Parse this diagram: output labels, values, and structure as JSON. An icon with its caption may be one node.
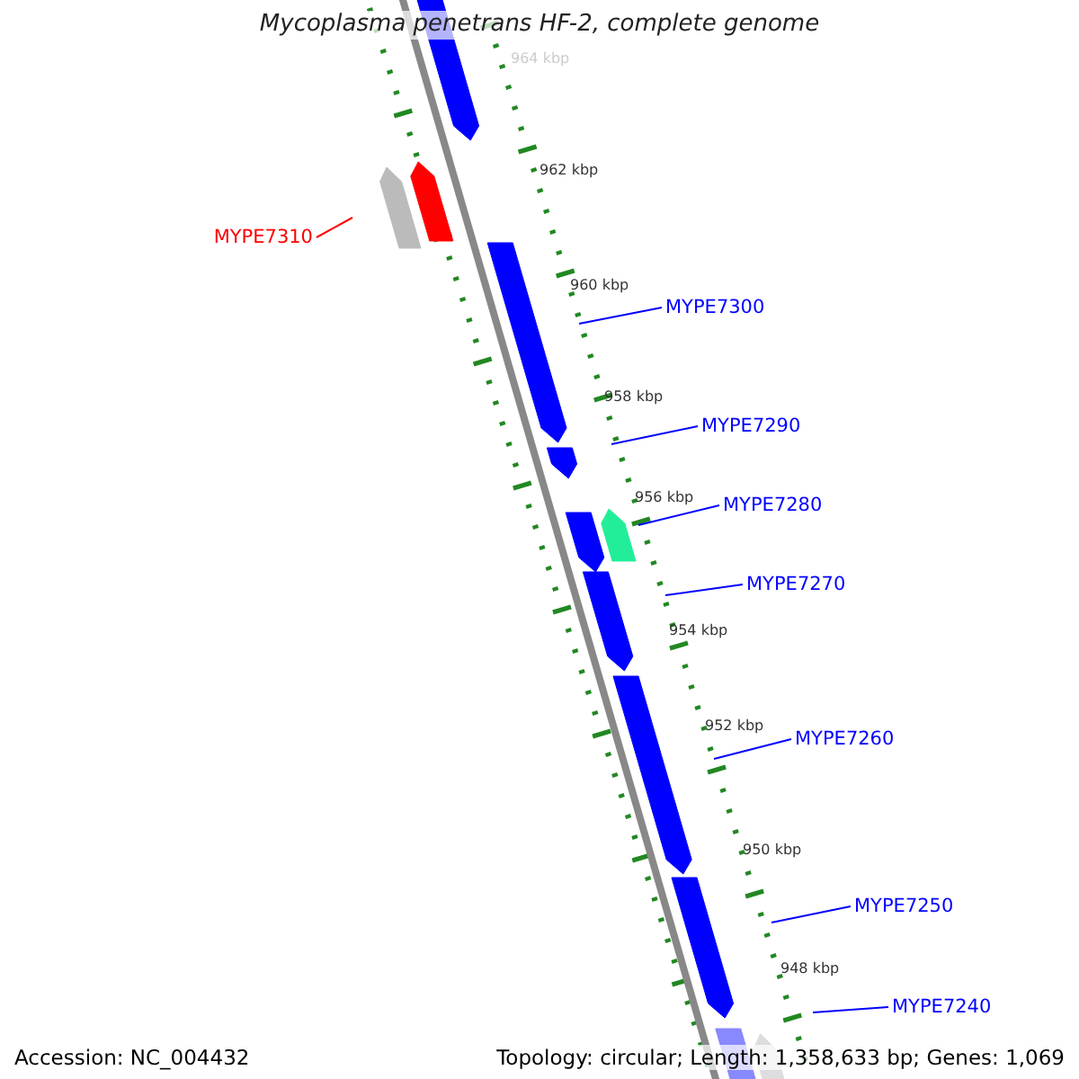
{
  "diagram": {
    "title": "Mycoplasma penetrans HF-2, complete genome",
    "nodes": [
      {
        "text": [
          "MYPE7310"
        ]
      },
      {
        "text": [
          "MYPE7300"
        ]
      },
      {
        "text": [
          "MYPE7290"
        ]
      },
      {
        "text": [
          "MYPE7280"
        ]
      },
      {
        "text": [
          "MYPE7270"
        ]
      },
      {
        "text": [
          "MYPE7260"
        ]
      },
      {
        "text": [
          "MYPE7250"
        ]
      },
      {
        "text": [
          "MYPE7240"
        ]
      }
    ],
    "edges": [
      {
        "from": 0,
        "to": null,
        "arrow": "none",
        "color": "#ff0000"
      },
      {
        "from": 1,
        "to": null,
        "arrow": "none"
      },
      {
        "from": 2,
        "to": null,
        "arrow": "none"
      },
      {
        "from": 3,
        "to": null,
        "arrow": "none"
      },
      {
        "from": 4,
        "to": null,
        "arrow": "none"
      },
      {
        "from": 5,
        "to": null,
        "arrow": "none"
      },
      {
        "from": 6,
        "to": null,
        "arrow": "none"
      },
      {
        "from": 7,
        "to": null,
        "arrow": "none"
      }
    ],
    "labels": [
      "964 kbp",
      "962 kbp",
      "960 kbp",
      "958 kbp",
      "956 kbp",
      "954 kbp",
      "952 kbp",
      "950 kbp",
      "948 kbp",
      "Accession: NC_004432",
      "Topology: circular; Length: 1,358,633 bp; Genes: 1,069"
    ]
  }
}
